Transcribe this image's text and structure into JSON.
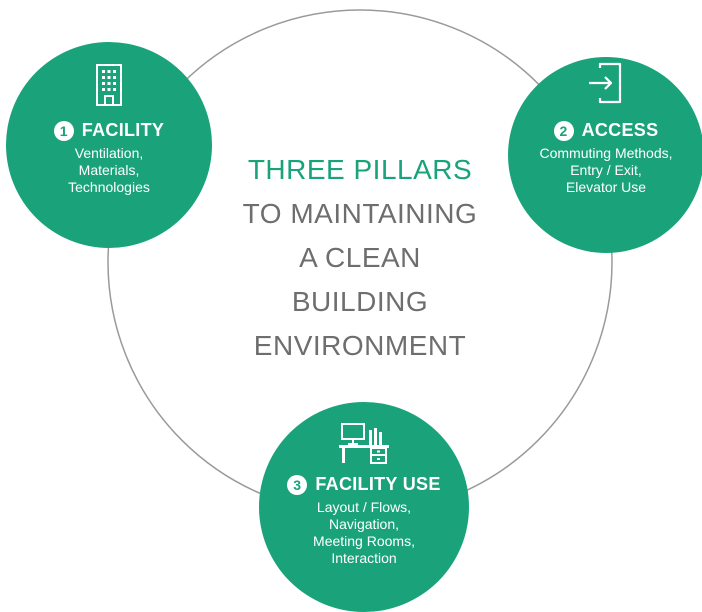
{
  "colors": {
    "accent": "#1aa37a",
    "ring": "#9a9a9a",
    "text_gray": "#6e6e6e",
    "white": "#ffffff"
  },
  "title": {
    "accent_line": "THREE PILLARS",
    "lines": [
      "TO MAINTAINING",
      "A CLEAN",
      "BUILDING",
      "ENVIRONMENT"
    ]
  },
  "pillars": [
    {
      "number": "1",
      "label": "FACILITY",
      "icon": "building-icon",
      "details": [
        "Ventilation,",
        "Materials,",
        "Technologies"
      ]
    },
    {
      "number": "2",
      "label": "ACCESS",
      "icon": "entry-door-icon",
      "details": [
        "Commuting Methods,",
        "Entry / Exit,",
        "Elevator Use"
      ]
    },
    {
      "number": "3",
      "label": "FACILITY USE",
      "icon": "office-desk-icon",
      "details": [
        "Layout / Flows,",
        "Navigation,",
        "Meeting Rooms,",
        "Interaction"
      ]
    }
  ]
}
